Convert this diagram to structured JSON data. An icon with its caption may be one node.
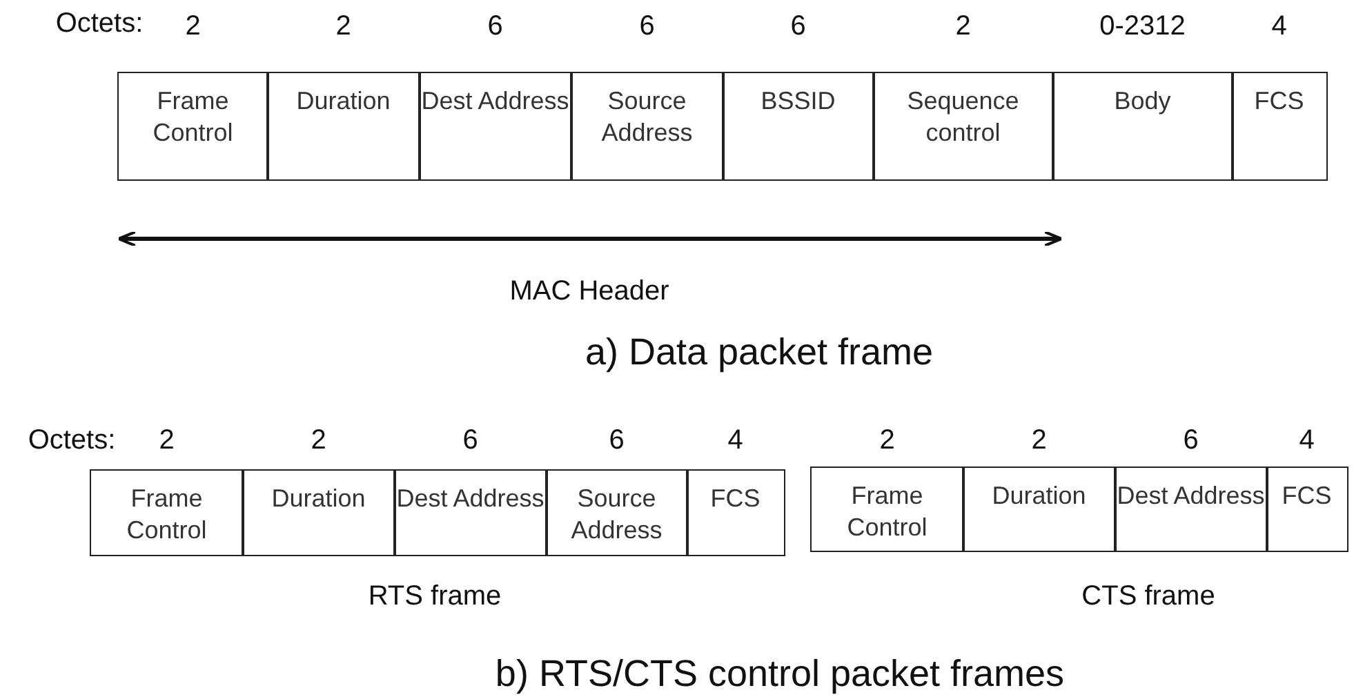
{
  "diagram": {
    "nodes": [
      {
        "text": [
          "Frame Control"
        ],
        "beside": [
          "2"
        ]
      },
      {
        "text": [
          "Duration"
        ],
        "beside": [
          "2"
        ]
      },
      {
        "text": [
          "Dest Address"
        ],
        "beside": [
          "6"
        ]
      },
      {
        "text": [
          "Source Address"
        ],
        "beside": [
          "6"
        ]
      },
      {
        "text": [
          "BSSID"
        ],
        "beside": [
          "6"
        ]
      },
      {
        "text": [
          "Sequence control"
        ],
        "beside": [
          "2"
        ]
      },
      {
        "text": [
          "Body"
        ],
        "beside": [
          "0-2312"
        ]
      },
      {
        "text": [
          "FCS"
        ],
        "beside": [
          "4"
        ]
      },
      {
        "text": [
          "Frame Control"
        ],
        "beside": [
          "2"
        ]
      },
      {
        "text": [
          "Duration"
        ],
        "beside": [
          "2"
        ]
      },
      {
        "text": [
          "Dest Address"
        ],
        "beside": [
          "6"
        ]
      },
      {
        "text": [
          "Source Address"
        ],
        "beside": [
          "6"
        ]
      },
      {
        "text": [
          "FCS"
        ],
        "beside": [
          "4"
        ]
      },
      {
        "text": [
          "Frame Control"
        ],
        "beside": [
          "2"
        ]
      },
      {
        "text": [
          "Duration"
        ],
        "beside": [
          "2"
        ]
      },
      {
        "text": [
          "Dest Address"
        ],
        "beside": [
          "6"
        ]
      },
      {
        "text": [
          "FCS"
        ],
        "beside": [
          "4"
        ]
      }
    ],
    "labels": [
      "Octets:",
      "MAC Header",
      "a) Data packet frame",
      "Octets:",
      "RTS frame",
      "CTS frame",
      "b) RTS/CTS control packet frames"
    ]
  }
}
